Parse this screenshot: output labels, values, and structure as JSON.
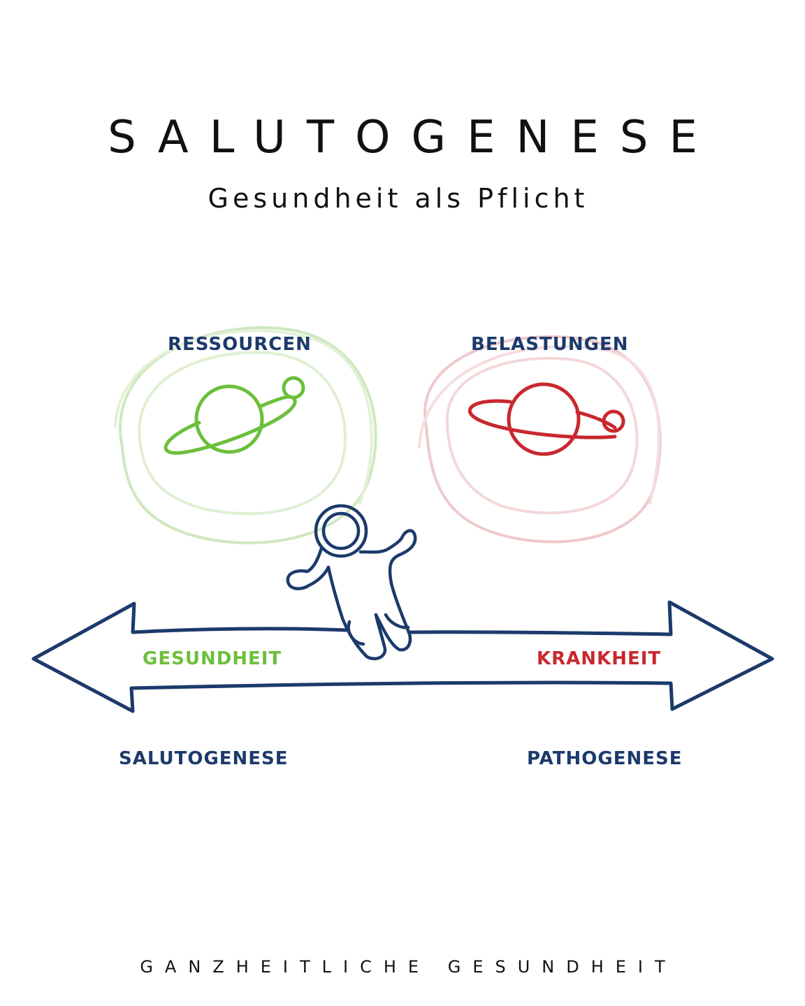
{
  "header": {
    "title": "SALUTOGENESE",
    "subtitle": "Gesundheit als Pflicht"
  },
  "diagram": {
    "left_planet_label": "RESSOURCEN",
    "right_planet_label": "BELASTUNGEN",
    "arrow_left_label": "GESUNDHEIT",
    "arrow_right_label": "KRANKHEIT",
    "bottom_left_label": "SALUTOGENESE",
    "bottom_right_label": "PATHOGENESE",
    "icons": [
      "green-planet-icon",
      "red-planet-icon",
      "astronaut-icon",
      "double-arrow-icon"
    ],
    "colors": {
      "navy": "#1c3a6b",
      "green": "#6cbf3c",
      "red": "#c8282e",
      "green_halo": "#cfe8bf",
      "red_halo": "#efc9cb"
    }
  },
  "footer": {
    "text": "GANZHEITLICHE GESUNDHEIT"
  }
}
